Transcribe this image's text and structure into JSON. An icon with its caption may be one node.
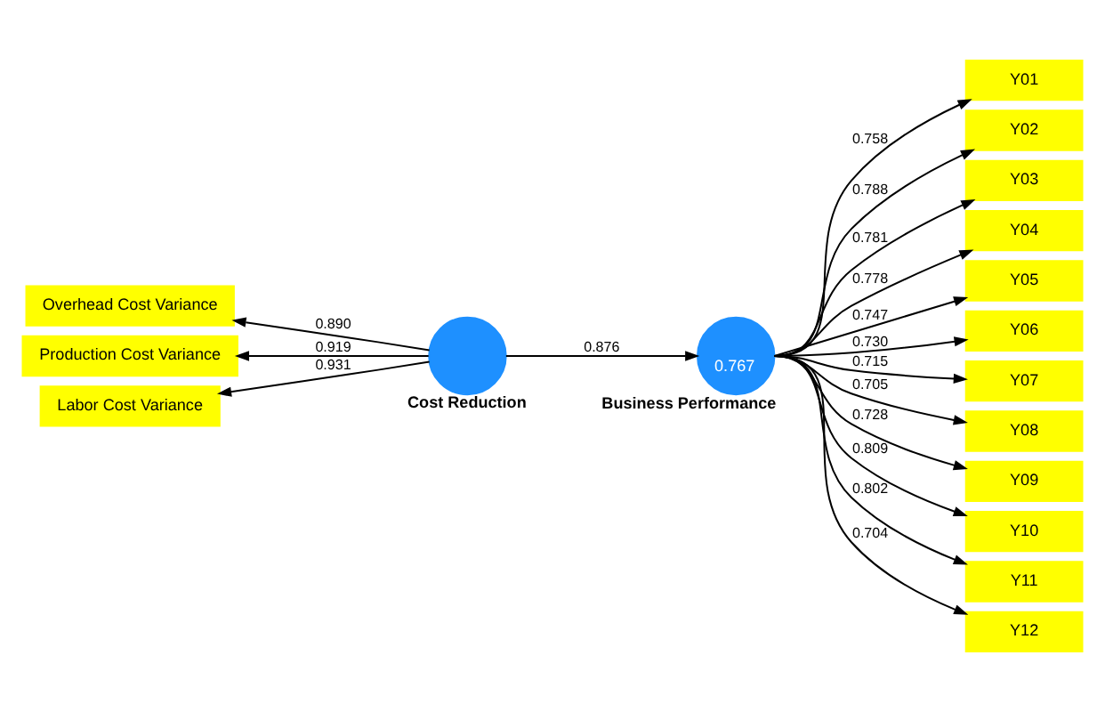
{
  "diagram": {
    "nodes": [
      {
        "text": [
          "Overhead Cost Variance"
        ]
      },
      {
        "text": [
          "Production Cost Variance"
        ]
      },
      {
        "text": [
          "Labor Cost Variance"
        ]
      },
      {
        "text": [],
        "shape": "circle",
        "beside": [
          "Cost Reduction"
        ]
      },
      {
        "text": [
          "0.767"
        ],
        "beside": [
          "Business Performance"
        ]
      },
      {
        "text": [
          "Y01"
        ]
      },
      {
        "text": [
          "Y02"
        ]
      },
      {
        "text": [
          "Y03"
        ]
      },
      {
        "text": [
          "Y04"
        ]
      },
      {
        "text": [
          "Y05"
        ]
      },
      {
        "text": [
          "Y06"
        ]
      },
      {
        "text": [
          "Y07"
        ]
      },
      {
        "text": [
          "Y08"
        ]
      },
      {
        "text": [
          "Y09"
        ]
      },
      {
        "text": [
          "Y10"
        ]
      },
      {
        "text": [
          "Y11"
        ]
      },
      {
        "text": [
          "Y12"
        ]
      }
    ],
    "edges": [
      {
        "from": 3,
        "to": 0,
        "arrow": "to",
        "label": "0.890"
      },
      {
        "from": 3,
        "to": 1,
        "arrow": "to",
        "label": "0.919"
      },
      {
        "from": 3,
        "to": 2,
        "arrow": "to",
        "label": "0.931"
      },
      {
        "from": 3,
        "to": 4,
        "arrow": "to",
        "label": "0.876"
      },
      {
        "from": 4,
        "to": 5,
        "arrow": "to",
        "label": "0.758"
      },
      {
        "from": 4,
        "to": 6,
        "arrow": "to",
        "label": "0.788"
      },
      {
        "from": 4,
        "to": 7,
        "arrow": "to",
        "label": "0.781"
      },
      {
        "from": 4,
        "to": 8,
        "arrow": "to",
        "label": "0.778"
      },
      {
        "from": 4,
        "to": 9,
        "arrow": "to",
        "label": "0.747"
      },
      {
        "from": 4,
        "to": 10,
        "arrow": "to",
        "label": "0.730"
      },
      {
        "from": 4,
        "to": 11,
        "arrow": "to",
        "label": "0.715"
      },
      {
        "from": 4,
        "to": 12,
        "arrow": "to",
        "label": "0.705"
      },
      {
        "from": 4,
        "to": 13,
        "arrow": "to",
        "label": "0.728"
      },
      {
        "from": 4,
        "to": 14,
        "arrow": "to",
        "label": "0.809"
      },
      {
        "from": 4,
        "to": 15,
        "arrow": "to",
        "label": "0.802"
      },
      {
        "from": 4,
        "to": 16,
        "arrow": "to",
        "label": "0.704"
      }
    ]
  }
}
